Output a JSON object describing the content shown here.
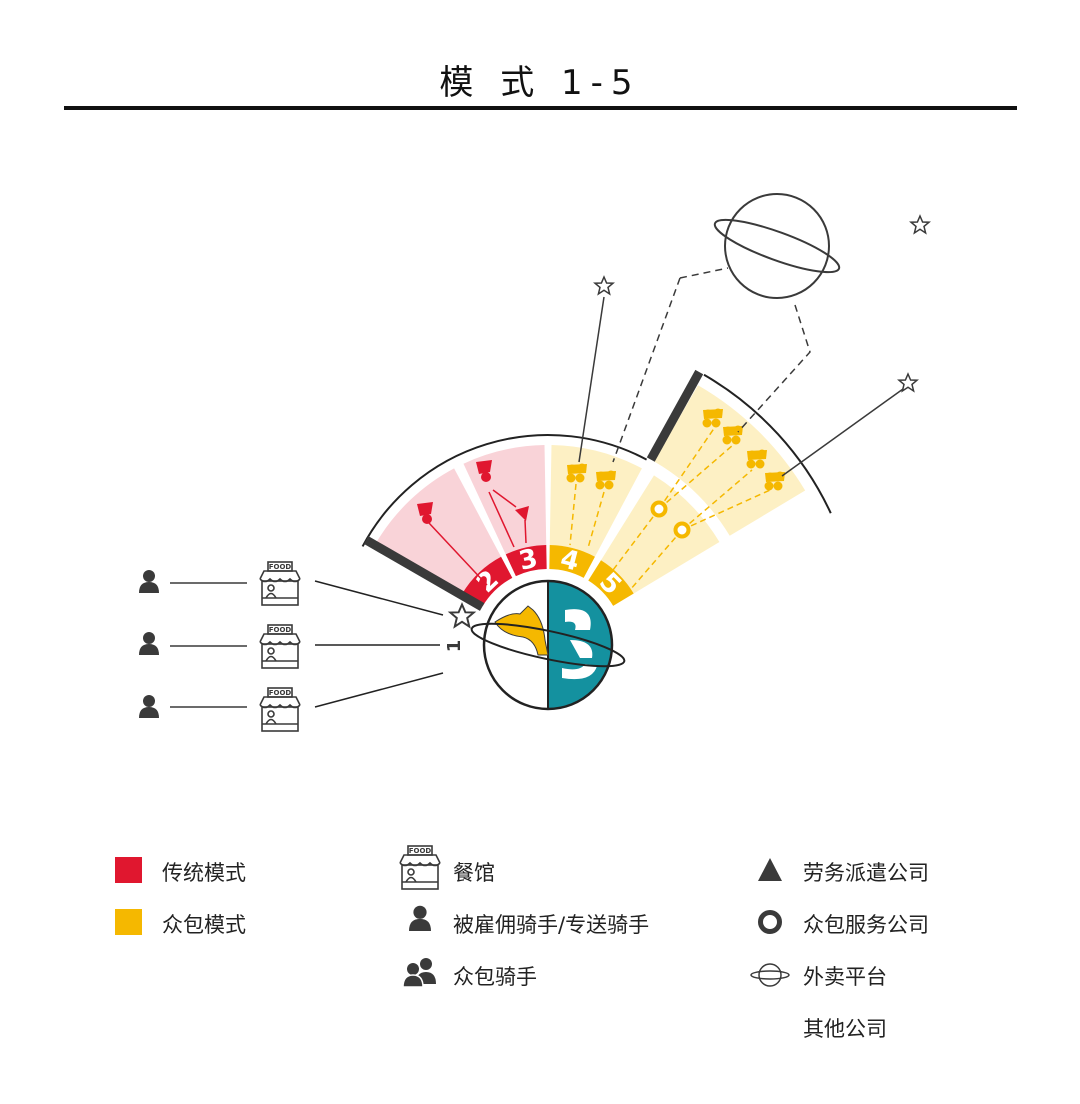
{
  "title": "模 式 1-5",
  "colors": {
    "traditional": "#e0172f",
    "traditional_light": "#f9d3d8",
    "crowd": "#f5b800",
    "crowd_light": "#fdf0c4",
    "teal": "#14919f",
    "dark": "#3a3a3a"
  },
  "diagram": {
    "store_sign": "FOOD",
    "mode_numbers": [
      "1",
      "2",
      "3",
      "4",
      "5"
    ]
  },
  "legend": {
    "traditional": "传统模式",
    "crowd": "众包模式",
    "restaurant": "餐馆",
    "employed_rider": "被雇佣骑手/专送骑手",
    "crowd_rider": "众包骑手",
    "labor_agency": "劳务派遣公司",
    "crowd_service": "众包服务公司",
    "platform": "外卖平台",
    "other": "其他公司"
  }
}
